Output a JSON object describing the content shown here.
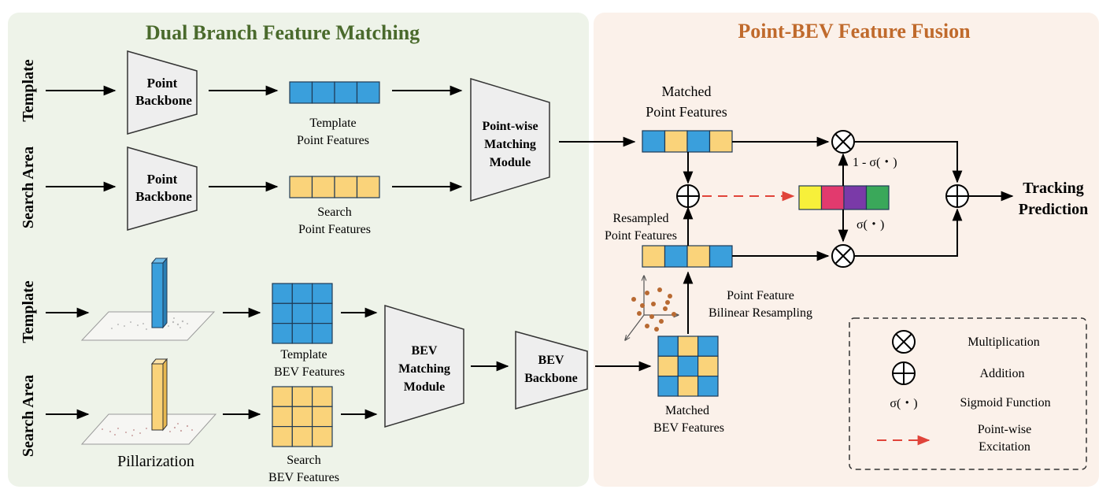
{
  "colors": {
    "left_panel_bg": "#eef3e9",
    "right_panel_bg": "#fbf1ea",
    "left_title": "#4a6a2c",
    "right_title": "#c06a2c",
    "blue": "#3a9fdc",
    "yellow": "#fad37a",
    "module_fill": "#eeeeee",
    "excitation_arrow": "#e0443a",
    "point_dots": "#b86a32",
    "excitation_vector": [
      "#f7f03a",
      "#e23a6e",
      "#7a3aa8",
      "#3aa85a"
    ]
  },
  "left_panel": {
    "title": "Dual Branch Feature Matching",
    "row_labels": {
      "template_top": "Template",
      "search_top": "Search Area",
      "template_bottom": "Template",
      "search_bottom": "Search Area"
    },
    "point_backbone": [
      "Point",
      "Backbone"
    ],
    "point_matching": [
      "Point-wise",
      "Matching",
      "Module"
    ],
    "bev_matching": [
      "BEV",
      "Matching",
      "Module"
    ],
    "template_point_features": [
      "Template",
      "Point Features"
    ],
    "search_point_features": [
      "Search",
      "Point Features"
    ],
    "template_bev_features": [
      "Template",
      "BEV Features"
    ],
    "search_bev_features": [
      "Search",
      "BEV Features"
    ],
    "pillarization": "Pillarization"
  },
  "right_panel": {
    "title": "Point-BEV Feature Fusion",
    "bev_backbone": [
      "BEV",
      "Backbone"
    ],
    "matched_point_features": [
      "Matched",
      "Point Features"
    ],
    "resampled_point_features": [
      "Resampled",
      "Point Features"
    ],
    "bilinear_resampling": [
      "Point Feature",
      "Bilinear Resampling"
    ],
    "matched_bev_features": [
      "Matched",
      "BEV Features"
    ],
    "one_minus_sigma": "1 - σ(・)",
    "sigma": "σ(・)",
    "tracking_prediction": [
      "Tracking",
      "Prediction"
    ]
  },
  "legend": {
    "multiplication": "Multiplication",
    "addition": "Addition",
    "sigma_symbol": "σ(・)",
    "sigmoid": "Sigmoid Function",
    "excitation": [
      "Point-wise",
      "Excitation"
    ]
  }
}
